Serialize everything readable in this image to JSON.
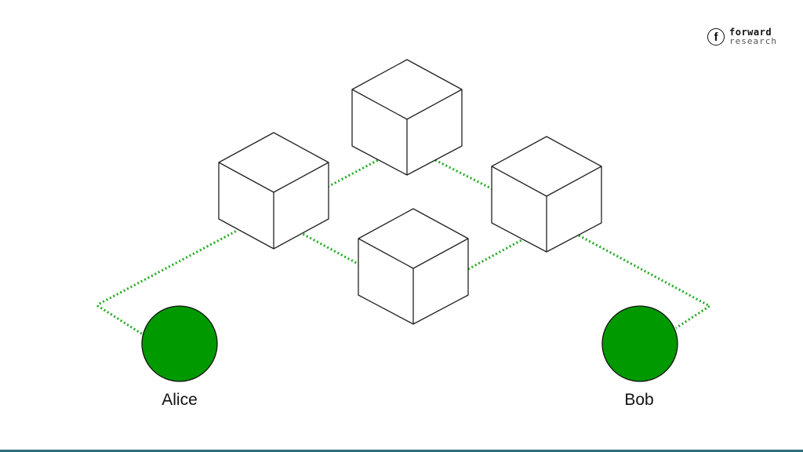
{
  "nodes": {
    "alice": {
      "label": "Alice"
    },
    "bob": {
      "label": "Bob"
    }
  },
  "logo": {
    "line1": "forward",
    "line2": "research",
    "mark": "f"
  },
  "colors": {
    "node_fill": "#009900",
    "connection": "#22aa22",
    "cube_stroke": "#222222"
  },
  "connection_style": "dotted"
}
